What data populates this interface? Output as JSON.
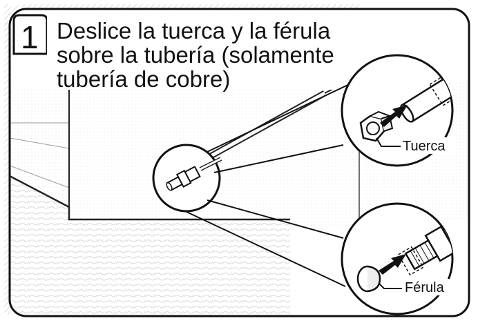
{
  "step": {
    "number": "1",
    "title_lines": [
      "Deslice la tuerca y la férula",
      "sobre la tubería (solamente",
      "tubería de cobre)"
    ]
  },
  "callouts": {
    "nut": "Tuerca",
    "ferrule": "Férula"
  },
  "colors": {
    "ink": "#111111",
    "frame_gray": "#c8c8c8",
    "hatch": "#bdbdbd",
    "arrow": "#111111"
  }
}
